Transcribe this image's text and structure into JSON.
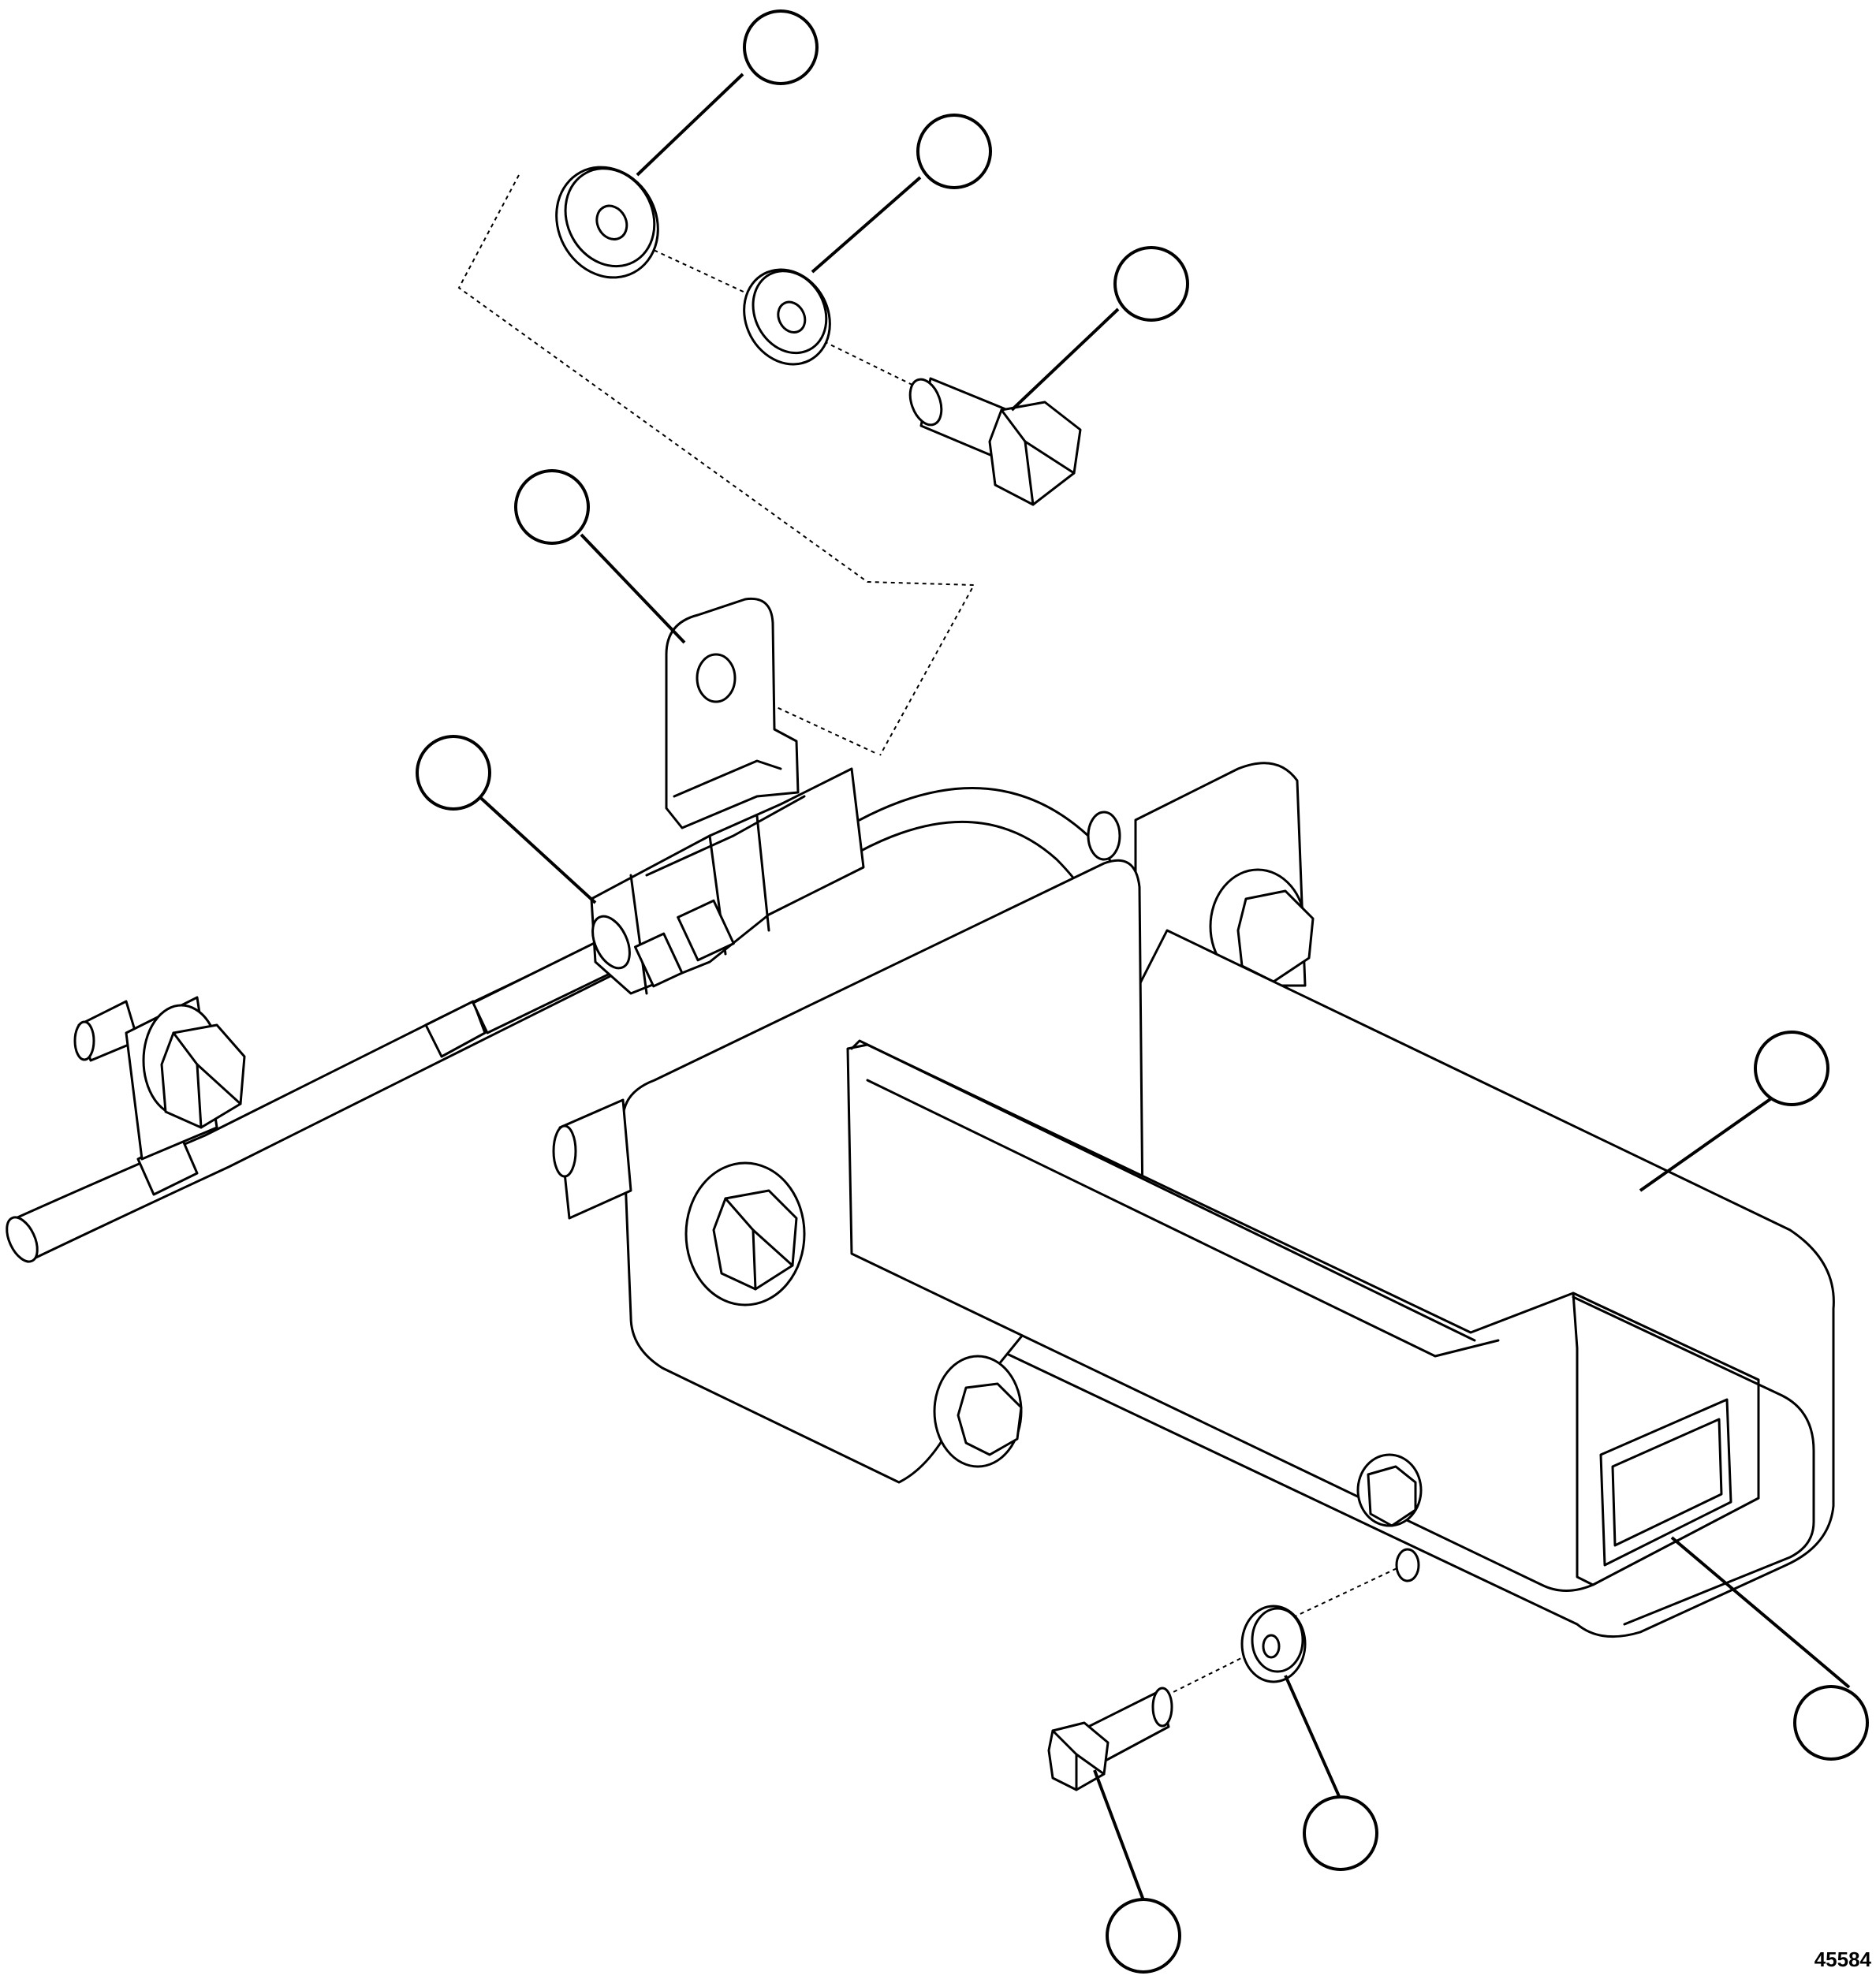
{
  "figure_number": "45584",
  "callouts": [
    {
      "id": "washer-large"
    },
    {
      "id": "washer-small"
    },
    {
      "id": "bolt-upper"
    },
    {
      "id": "ground-bracket"
    },
    {
      "id": "connector"
    },
    {
      "id": "sensor-housing"
    },
    {
      "id": "sensor-window"
    },
    {
      "id": "washer-lower"
    },
    {
      "id": "bolt-lower"
    }
  ]
}
